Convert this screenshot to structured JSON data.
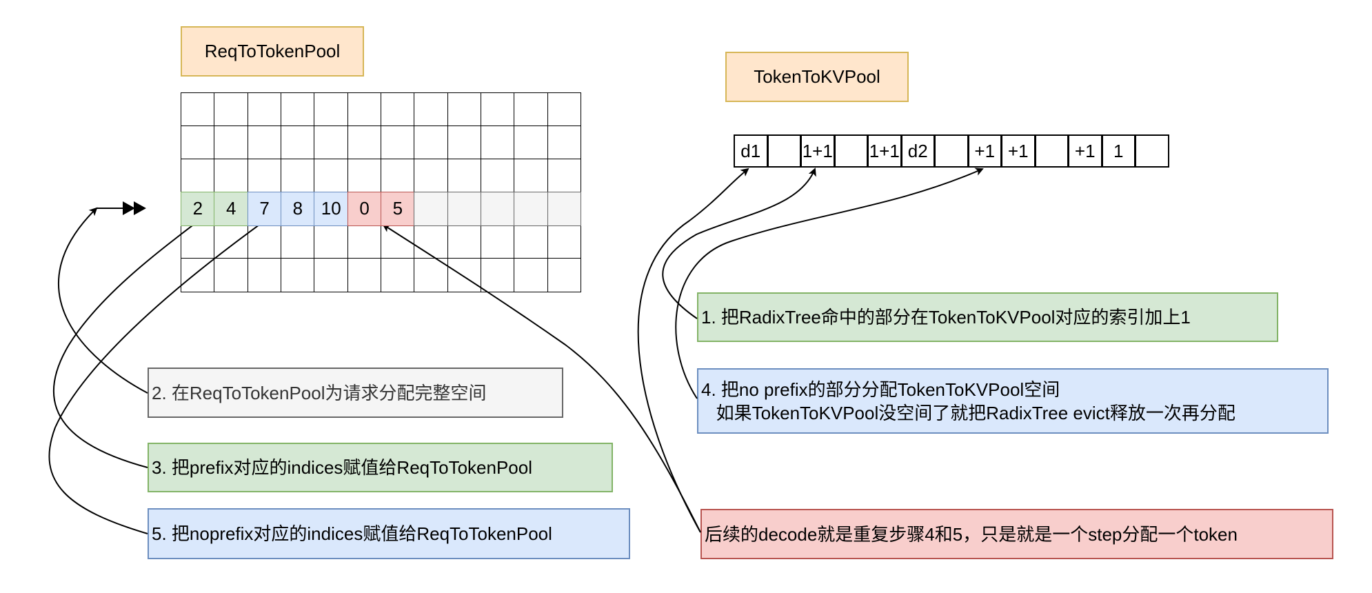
{
  "req_pool": {
    "title": "ReqToTokenPool",
    "rows": 6,
    "cols": 12,
    "active_row": 3,
    "active_row_cells": [
      {
        "value": "2",
        "color": "green"
      },
      {
        "value": "4",
        "color": "green"
      },
      {
        "value": "7",
        "color": "blue"
      },
      {
        "value": "8",
        "color": "blue"
      },
      {
        "value": "10",
        "color": "blue"
      },
      {
        "value": "0",
        "color": "red"
      },
      {
        "value": "5",
        "color": "red"
      },
      {
        "value": "",
        "color": "gray"
      },
      {
        "value": "",
        "color": "gray"
      },
      {
        "value": "",
        "color": "gray"
      },
      {
        "value": "",
        "color": "gray"
      },
      {
        "value": "",
        "color": "gray"
      }
    ]
  },
  "kv_pool": {
    "title": "TokenToKVPool",
    "cells": [
      {
        "value": "d1",
        "color": "red"
      },
      {
        "value": "",
        "color": "white"
      },
      {
        "value": "1+1",
        "color": "green"
      },
      {
        "value": "",
        "color": "white"
      },
      {
        "value": "1+1",
        "color": "green"
      },
      {
        "value": "d2",
        "color": "red"
      },
      {
        "value": "",
        "color": "white"
      },
      {
        "value": "+1",
        "color": "blue"
      },
      {
        "value": "+1",
        "color": "blue"
      },
      {
        "value": "",
        "color": "white"
      },
      {
        "value": "+1",
        "color": "blue"
      },
      {
        "value": "1",
        "color": "yellow"
      },
      {
        "value": "",
        "color": "white"
      }
    ]
  },
  "notes": {
    "step1": "1. 把RadixTree命中的部分在TokenToKVPool对应的索引加上1",
    "step2": "2. 在ReqToTokenPool为请求分配完整空间",
    "step3": "3. 把prefix对应的indices赋值给ReqToTokenPool",
    "step4_line1": "4. 把no prefix的部分分配TokenToKVPool空间",
    "step4_line2": "   如果TokenToKVPool没空间了就把RadixTree evict释放一次再分配",
    "step5": "5. 把noprefix对应的indices赋值给ReqToTokenPool",
    "decode": "后续的decode就是重复步骤4和5，只是就是一个step分配一个token"
  },
  "colors": {
    "green_fill": "#d5e8d4",
    "green_stroke": "#82b366",
    "blue_fill": "#dae8fc",
    "blue_stroke": "#6c8ebf",
    "red_fill": "#f8cecc",
    "red_stroke": "#b85450",
    "gray_fill": "#f5f5f5",
    "gray_stroke": "#666666",
    "orange_fill": "#ffe6cc",
    "orange_stroke": "#d6b656",
    "yellow_fill": "#fff2cc"
  }
}
